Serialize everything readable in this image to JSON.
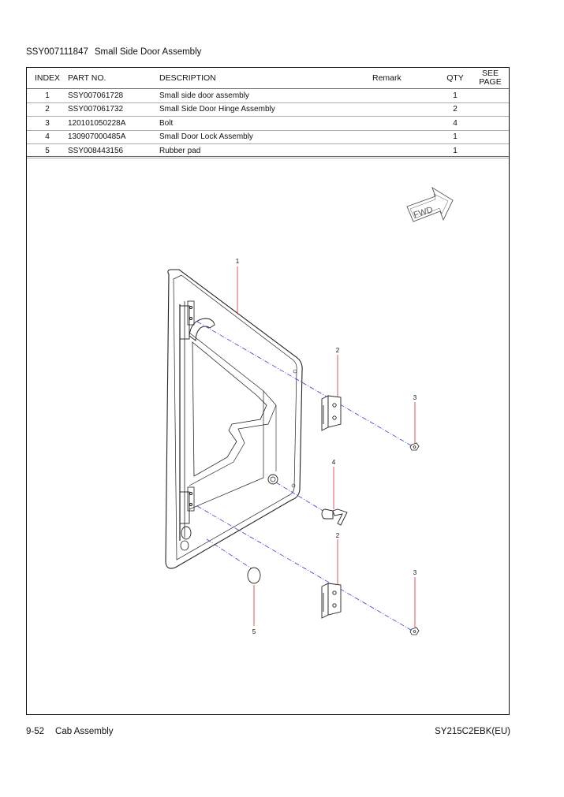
{
  "header": {
    "code": "SSY007111847",
    "title": "Small Side Door Assembly"
  },
  "table": {
    "columns": {
      "index": "INDEX",
      "part_no": "PART NO.",
      "description": "DESCRIPTION",
      "remark": "Remark",
      "qty": "QTY",
      "see_page": [
        "SEE",
        "PAGE"
      ]
    },
    "rows": [
      {
        "index": "1",
        "part_no": "SSY007061728",
        "description": "Small side door assembly",
        "remark": "",
        "qty": "1",
        "see_page": ""
      },
      {
        "index": "2",
        "part_no": "SSY007061732",
        "description": "Small Side Door Hinge Assembly",
        "remark": "",
        "qty": "2",
        "see_page": ""
      },
      {
        "index": "3",
        "part_no": "120101050228A",
        "description": "Bolt",
        "remark": "",
        "qty": "4",
        "see_page": ""
      },
      {
        "index": "4",
        "part_no": "130907000485A",
        "description": "Small Door Lock Assembly",
        "remark": "",
        "qty": "1",
        "see_page": ""
      },
      {
        "index": "5",
        "part_no": "SSY008443156",
        "description": "Rubber pad",
        "remark": "",
        "qty": "1",
        "see_page": ""
      }
    ]
  },
  "diagram": {
    "fwd_label": "FWD",
    "callouts": [
      "1",
      "2",
      "3",
      "4",
      "2",
      "3",
      "5"
    ],
    "colors": {
      "leader": "#d32f2f",
      "centerline": "#3b3bd6",
      "outline": "#222"
    }
  },
  "footer": {
    "page": "9-52",
    "section": "Cab Assembly",
    "model": "SY215C2EBK(EU)"
  }
}
